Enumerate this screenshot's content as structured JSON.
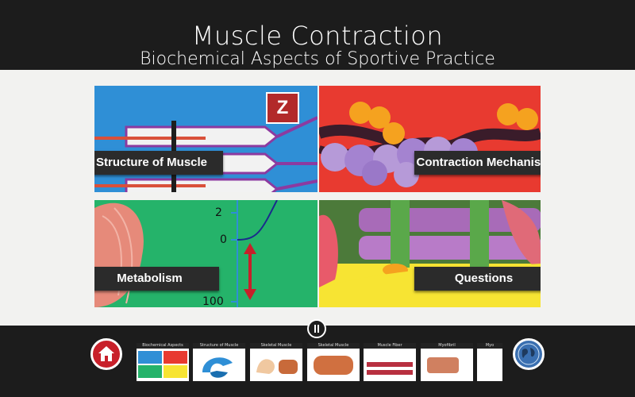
{
  "header": {
    "title": "Muscle Contraction",
    "subtitle": "Biochemical Aspects of Sportive Practice"
  },
  "tiles": [
    {
      "label": "Structure of Muscle",
      "badge": "Z"
    },
    {
      "label": "Contraction Mechanism"
    },
    {
      "label": "Metabolism",
      "axis_ticks": [
        "2",
        "0",
        "100"
      ]
    },
    {
      "label": "Questions"
    }
  ],
  "footer": {
    "home_icon": "home-icon",
    "globe_icon": "globe-icon",
    "handle_icon": "drag-handle-icon",
    "thumbnails": [
      {
        "title": "Biochemical Aspects"
      },
      {
        "title": "Structure of Muscle"
      },
      {
        "title": "Skeletal Muscle"
      },
      {
        "title": "Skeletal Muscle"
      },
      {
        "title": "Muscle Fiber"
      },
      {
        "title": "Myofibril"
      },
      {
        "title": "Myo"
      }
    ]
  },
  "colors": {
    "header_bg": "#1c1c1c",
    "structure_bg": "#2f8fd6",
    "contraction_bg": "#e83a30",
    "metabolism_bg": "#25b36a",
    "questions_bg": "#f7e433",
    "home_button": "#c8202a",
    "globe_button": "#3a6fb0"
  }
}
